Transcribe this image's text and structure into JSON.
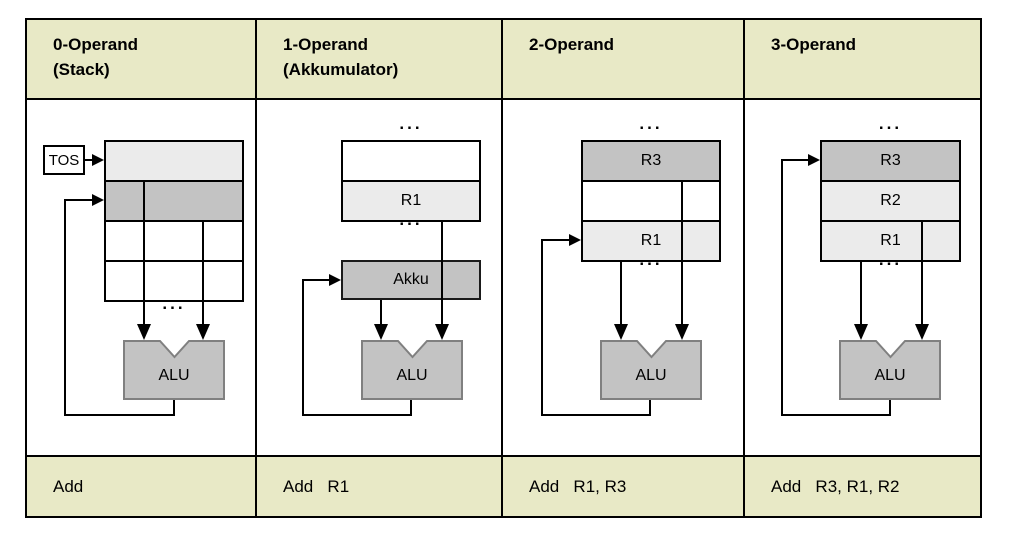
{
  "colors": {
    "band_background": "#e8e9c6",
    "cell_light_gray": "#ebebeb",
    "cell_medium_gray": "#c3c3c3",
    "alu_fill": "#c3c3c3",
    "alu_border": "#808080",
    "line_color": "#000000",
    "page_background": "#ffffff"
  },
  "ellipsis": "...",
  "alu_label": "ALU",
  "columns": [
    {
      "header": "0-Operand\n(Stack)",
      "instruction": "Add",
      "tos_label": "TOS",
      "cells": [
        {
          "label": "",
          "tone": "light"
        },
        {
          "label": "",
          "tone": "medium"
        },
        {
          "label": "",
          "tone": "white"
        },
        {
          "label": "",
          "tone": "white"
        }
      ]
    },
    {
      "header": "1-Operand\n(Akkumulator)",
      "instruction": "Add   R1",
      "akku_label": "Akku",
      "cells": [
        {
          "label": "",
          "tone": "white"
        },
        {
          "label": "R1",
          "tone": "light"
        }
      ]
    },
    {
      "header": "2-Operand",
      "instruction": "Add   R1, R3",
      "cells": [
        {
          "label": "R3",
          "tone": "medium"
        },
        {
          "label": "",
          "tone": "white"
        },
        {
          "label": "R1",
          "tone": "light"
        }
      ]
    },
    {
      "header": "3-Operand",
      "instruction": "Add   R3, R1, R2",
      "cells": [
        {
          "label": "R3",
          "tone": "medium"
        },
        {
          "label": "R2",
          "tone": "light"
        },
        {
          "label": "R1",
          "tone": "light"
        }
      ]
    }
  ]
}
